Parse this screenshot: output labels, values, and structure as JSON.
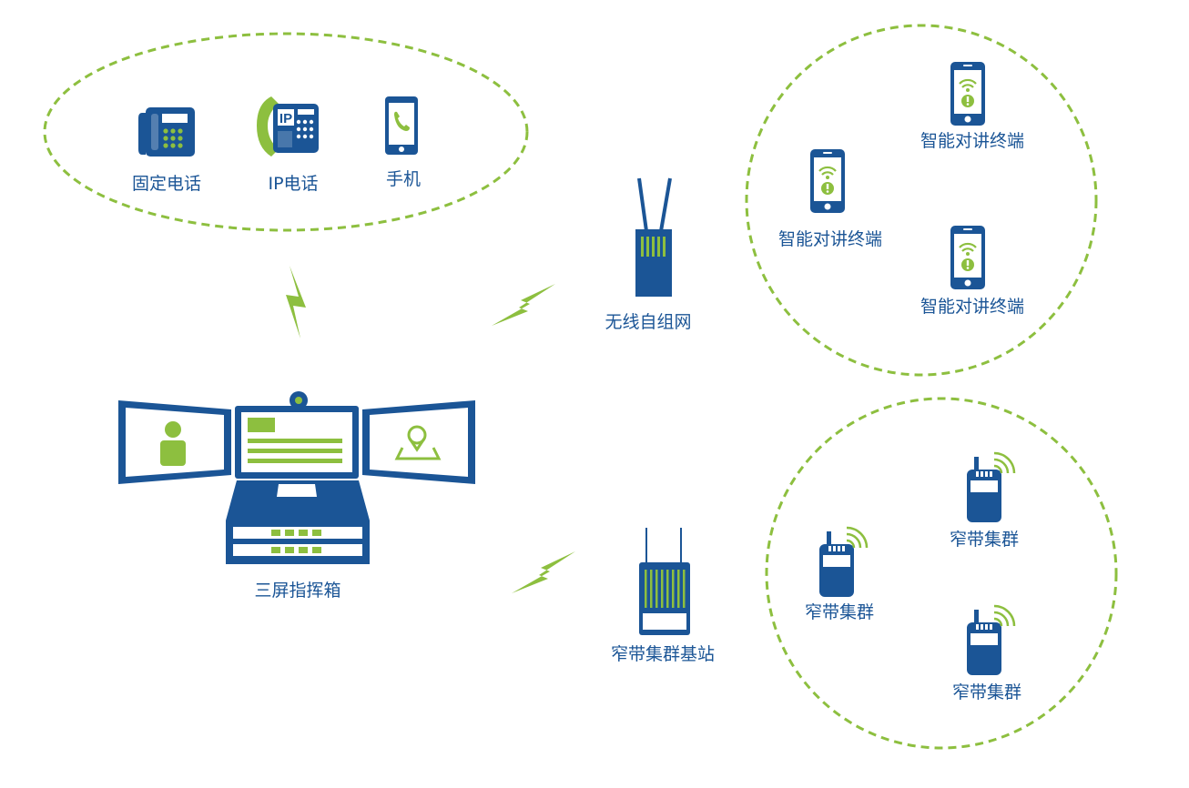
{
  "colors": {
    "blue": "#1b5596",
    "green": "#8dbf3f",
    "dashed": "#8dbf3f",
    "label": "#1b5596"
  },
  "phones_group": {
    "fixed_phone": "固定电话",
    "ip_phone": "IP电话",
    "ip_badge": "IP",
    "mobile": "手机"
  },
  "command_box": {
    "label": "三屏指挥箱"
  },
  "wireless": {
    "label": "无线自组网",
    "terminals": [
      "智能对讲终端",
      "智能对讲终端",
      "智能对讲终端"
    ]
  },
  "narrowband": {
    "label": "窄带集群基站",
    "terminals": [
      "窄带集群",
      "窄带集群",
      "窄带集群"
    ]
  },
  "icons": [
    "desk-phone-icon",
    "ip-phone-icon",
    "mobile-phone-icon",
    "lightning-icon",
    "command-box-icon",
    "mesh-radio-icon",
    "base-station-icon",
    "smart-terminal-icon",
    "walkie-talkie-icon"
  ]
}
